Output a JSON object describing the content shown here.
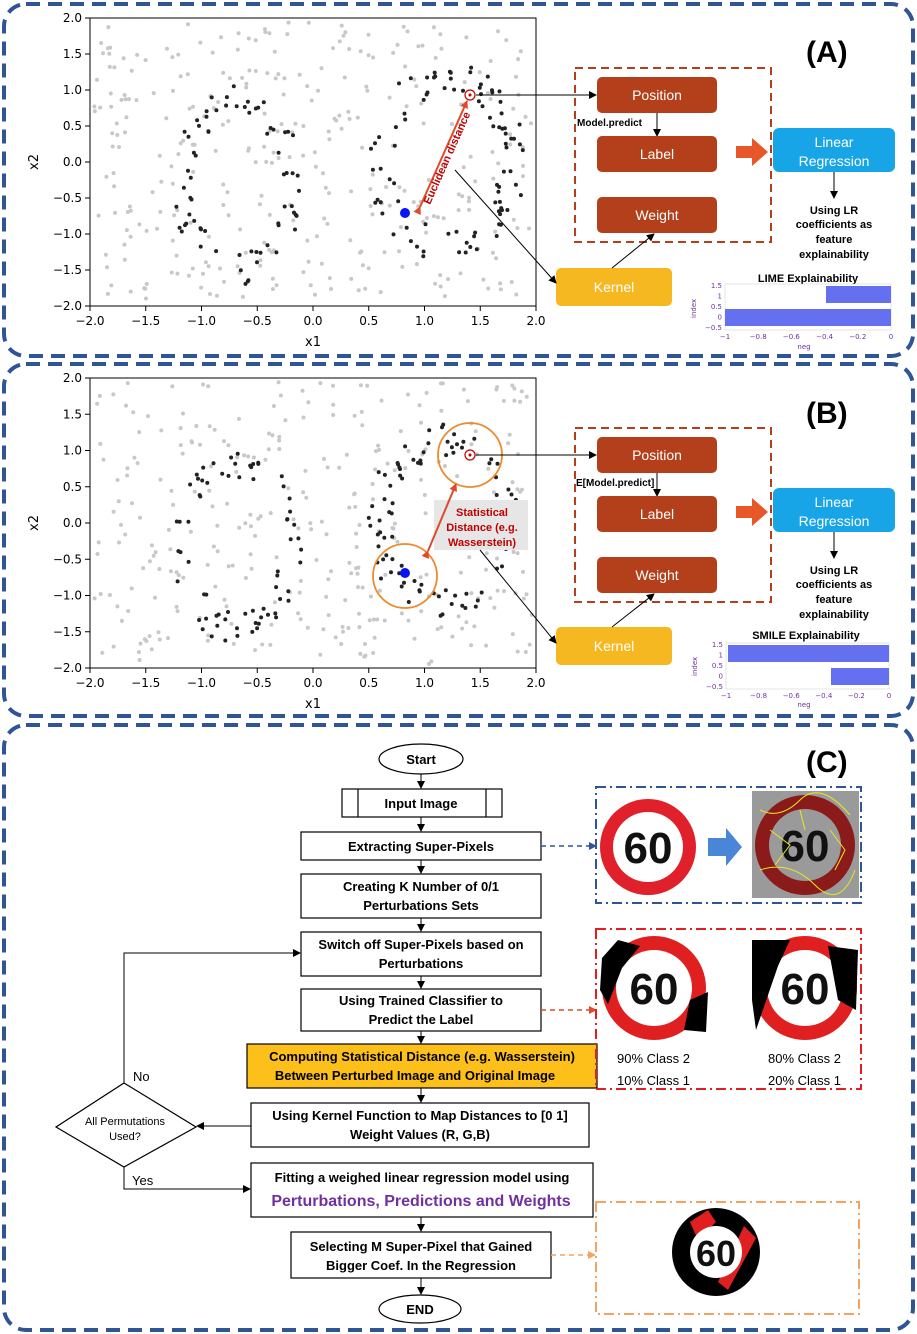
{
  "panels": {
    "a": {
      "label": "(A)",
      "plot": {
        "xlabel": "x1",
        "ylabel": "x2",
        "xticks": [
          "−2.0",
          "−1.5",
          "−1.0",
          "−0.5",
          "0.0",
          "0.5",
          "1.0",
          "1.5",
          "2.0"
        ],
        "yticks": [
          "2.0",
          "1.5",
          "1.0",
          "0.5",
          "0.0",
          "−0.5",
          "−1.0",
          "−1.5",
          "−2.0"
        ],
        "distance_label": "Euclidean distance"
      },
      "boxes": {
        "position": "Position",
        "predict_label": "Model.predict",
        "label": "Label",
        "weight": "Weight",
        "kernel": "Kernel",
        "lr_line1": "Linear",
        "lr_line2": "Regression"
      },
      "note": [
        "Using LR",
        "coefficients as",
        "feature",
        "explainability"
      ],
      "mini_chart": {
        "title": "LIME Explainability",
        "ylabel": "index",
        "xlabel": "neg",
        "yticks": [
          "1.5",
          "1",
          "0.5",
          "0",
          "−0.5"
        ],
        "xticks": [
          "−1",
          "−0.8",
          "−0.6",
          "−0.4",
          "−0.2",
          "0"
        ]
      }
    },
    "b": {
      "label": "(B)",
      "plot": {
        "xlabel": "x1",
        "ylabel": "x2",
        "xticks": [
          "−2.0",
          "−1.5",
          "−1.0",
          "−0.5",
          "0.0",
          "0.5",
          "1.0",
          "1.5",
          "2.0"
        ],
        "yticks": [
          "2.0",
          "1.5",
          "1.0",
          "0.5",
          "0.0",
          "−0.5",
          "−1.0",
          "−1.5",
          "−2.0"
        ],
        "distance_lines": [
          "Statistical",
          "Distance (e.g.",
          "Wasserstein)"
        ]
      },
      "boxes": {
        "position": "Position",
        "predict_label": "E[Model.predict]",
        "label": "Label",
        "weight": "Weight",
        "kernel": "Kernel",
        "lr_line1": "Linear",
        "lr_line2": "Regression"
      },
      "note": [
        "Using LR",
        "coefficients as",
        "feature",
        "explainability"
      ],
      "mini_chart": {
        "title": "SMILE Explainability",
        "ylabel": "index",
        "xlabel": "neg",
        "yticks": [
          "1.5",
          "1",
          "0.5",
          "0",
          "−0.5"
        ],
        "xticks": [
          "−1",
          "−0.8",
          "−0.6",
          "−0.4",
          "−0.2",
          "0"
        ]
      }
    },
    "c": {
      "label": "(C)",
      "start": "Start",
      "input_image": "Input Image",
      "extract": "Extracting Super-Pixels",
      "creating": [
        "Creating K Number of 0/1",
        "Perturbations Sets"
      ],
      "switch_off": [
        "Switch off Super-Pixels based on",
        "Perturbations"
      ],
      "classifier": [
        "Using Trained Classifier to",
        "Predict the Label"
      ],
      "computing": [
        "Computing Statistical Distance (e.g. Wasserstein)",
        "Between Perturbed Image and Original Image"
      ],
      "kernel_fn": [
        "Using Kernel Function to Map Distances to [0 1]",
        "Weight Values (R, G,B)"
      ],
      "fitting_line1": "Fitting a weighed linear regression model using",
      "fitting_line2": "Perturbations, Predictions and Weights",
      "selecting": [
        "Selecting M Super-Pixel that Gained",
        "Bigger Coef. In the Regression"
      ],
      "end": "END",
      "decision": [
        "All Permutations",
        "Used?"
      ],
      "no": "No",
      "yes": "Yes",
      "sign_number": "60",
      "class_left": [
        "90% Class 2",
        "10% Class 1"
      ],
      "class_right": [
        "80% Class 2",
        "20% Class 1"
      ]
    }
  },
  "colors": {
    "frame_blue": "#2f5597",
    "box_red": "#b3401a",
    "kernel_yellow": "#f5b820",
    "lr_blue": "#17a5e8",
    "arrow_orange": "#e8572a",
    "highlight_orange": "#f4ac45",
    "red_text": "#c00000",
    "purple": "#7030a0",
    "bar_blue": "#6470f0"
  }
}
